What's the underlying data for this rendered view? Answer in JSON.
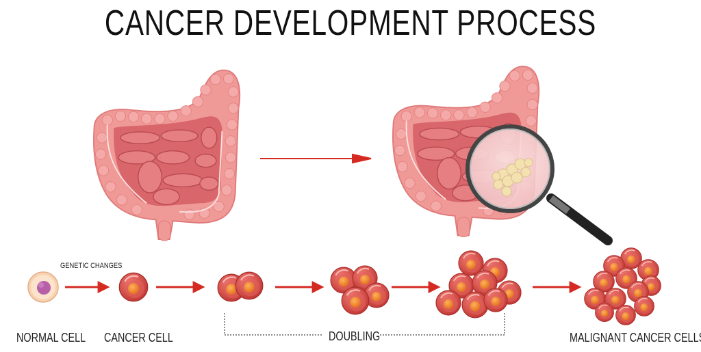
{
  "title": "CANCER DEVELOPMENT PROCESS",
  "stages": {
    "normal_cell": "NORMAL CELL",
    "genetic_changes": "GENETIC CHANGES",
    "cancer_cell": "CANCER CELL",
    "doubling": "DOUBLING",
    "malignant": "MALIGNANT CANCER CELLS"
  },
  "colors": {
    "arrow": "#d42a22",
    "colon": "#f09a98",
    "small_intestine": "#d8666a",
    "cell": "#d9504c",
    "nucleus": "#f08a2c",
    "normal_cell": "#f8d2b0",
    "normal_nucleus": "#b760a8",
    "tumor": "#f4e1b0"
  },
  "illustrations": {
    "left": "healthy-intestines",
    "right": "intestines-with-tumor-under-magnifier"
  }
}
